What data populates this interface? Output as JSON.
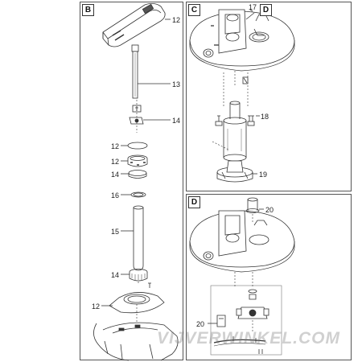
{
  "panels": {
    "b": {
      "label": "B"
    },
    "c": {
      "label": "C",
      "ref_label": "D"
    },
    "d": {
      "label": "D"
    }
  },
  "callouts_b": [
    "12",
    "13",
    "14",
    "12",
    "12",
    "14",
    "16",
    "15",
    "14",
    "12"
  ],
  "callouts_c": [
    "17",
    "18",
    "19"
  ],
  "callouts_d": [
    "20",
    "20"
  ],
  "watermark": "VIJVERWINKEL.COM"
}
